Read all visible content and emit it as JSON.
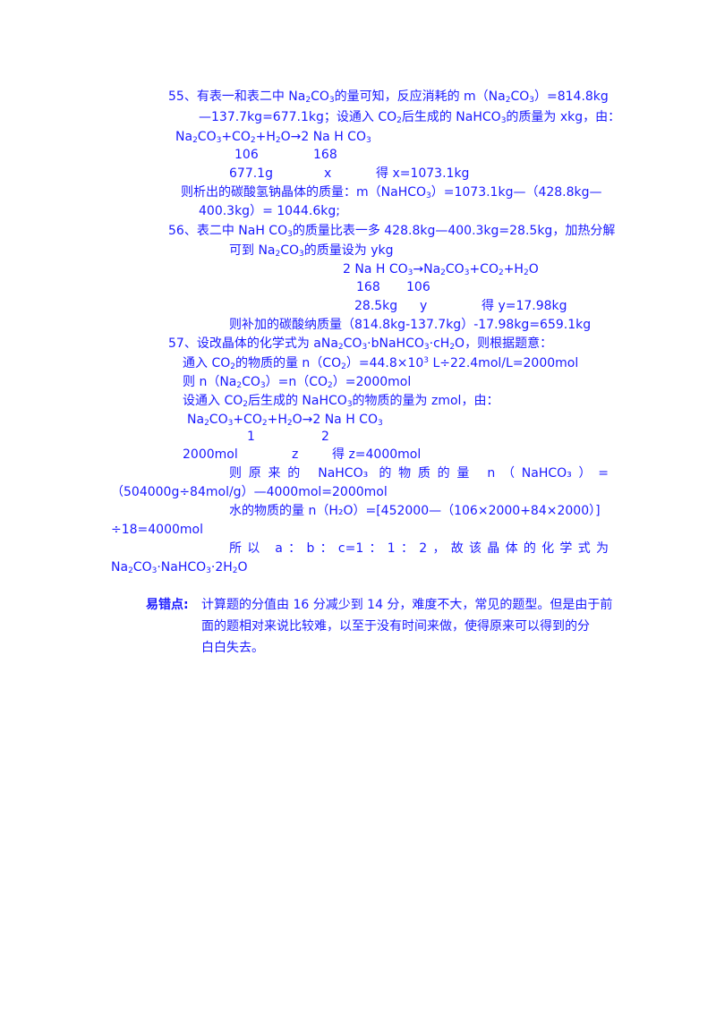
{
  "q55": {
    "l1_a": "55、有表一和表二中 Na",
    "l1_b": "CO",
    "l1_c": "的量可知，反应消耗的 m（Na",
    "l1_d": "CO",
    "l1_e": "）=814.8kg",
    "l2_a": "—137.7kg=677.1kg；设通入 CO",
    "l2_b": "后生成的 NaHCO",
    "l2_c": "的质量为 xkg，由：",
    "eq_a": "Na",
    "eq_b": "CO",
    "eq_c": "+CO",
    "eq_d": "+H",
    "eq_e": "O→2 Na H CO",
    "n106": "106",
    "n168": "168",
    "m1": "677.1g",
    "x": "x",
    "res": "得 x=1073.1kg",
    "l6_a": "则析出的碳酸氢钠晶体的质量：m（NaHCO",
    "l6_b": "）=1073.1kg—（428.8kg—",
    "l7": "400.3kg）= 1044.6kg;"
  },
  "q56": {
    "l1_a": "56、表二中 NaH CO",
    "l1_b": "的质量比表一多 428.8kg—400.3kg=28.5kg，加热分解",
    "l2_a": "可到 Na",
    "l2_b": "CO",
    "l2_c": "的质量设为 ykg",
    "eq_a": "2 Na H CO",
    "eq_b": "→Na",
    "eq_c": "CO",
    "eq_d": "+CO",
    "eq_e": "+H",
    "eq_f": "O",
    "n168": "168",
    "n106": "106",
    "m1": "28.5kg",
    "y": "y",
    "res": "得 y=17.98kg",
    "l6": "则补加的碳酸纳质量（814.8kg-137.7kg）-17.98kg=659.1kg"
  },
  "q57": {
    "l1_a": "57、设改晶体的化学式为 aNa",
    "l1_b": "CO",
    "l1_c": "·bNaHCO",
    "l1_d": "·cH",
    "l1_e": "O，则根据题意：",
    "l2_a": "通入 CO",
    "l2_b": "的物质的量 n（CO",
    "l2_c": "）=44.8×10",
    "l2_d": " L÷22.4mol/L=2000mol",
    "l3_a": "则 n（Na",
    "l3_b": "CO",
    "l3_c": "）=n（CO",
    "l3_d": "）=2000mol",
    "l4_a": "设通入 CO",
    "l4_b": "后生成的 NaHCO",
    "l4_c": "的物质的量为 zmol，由：",
    "eq_a": "Na",
    "eq_b": "CO",
    "eq_c": "+CO",
    "eq_d": "+H",
    "eq_e": "O→2 Na H CO",
    "n1": "1",
    "n2": "2",
    "m1": "2000mol",
    "z": "z",
    "res": "得 z=4000mol",
    "l8": "则原来的 NaHCO₃ 的物质的量 n（NaHCO₃）=",
    "l9": "（504000g÷84mol/g）—4000mol=2000mol",
    "l10": "水的物质的量 n（H₂O）=[452000—（106×2000+84×2000）]",
    "l11": "÷18=4000mol",
    "l12": "所以 a：b：c=1：1：2，故该晶体的化学式为",
    "l13_a": "Na",
    "l13_b": "CO",
    "l13_c": "·NaHCO",
    "l13_d": "·2H",
    "l13_e": "O"
  },
  "note": {
    "label": "易错点:",
    "l1": "计算题的分值由 16 分减少到 14 分，难度不大，常见的题型。但是由于前",
    "l2": "面的题相对来说比较难，以至于没有时间来做，使得原来可以得到的分",
    "l3": "白白失去。"
  },
  "sub_digits": {
    "two": "2",
    "three": "3"
  },
  "colors": {
    "text": "#1a1aff"
  }
}
